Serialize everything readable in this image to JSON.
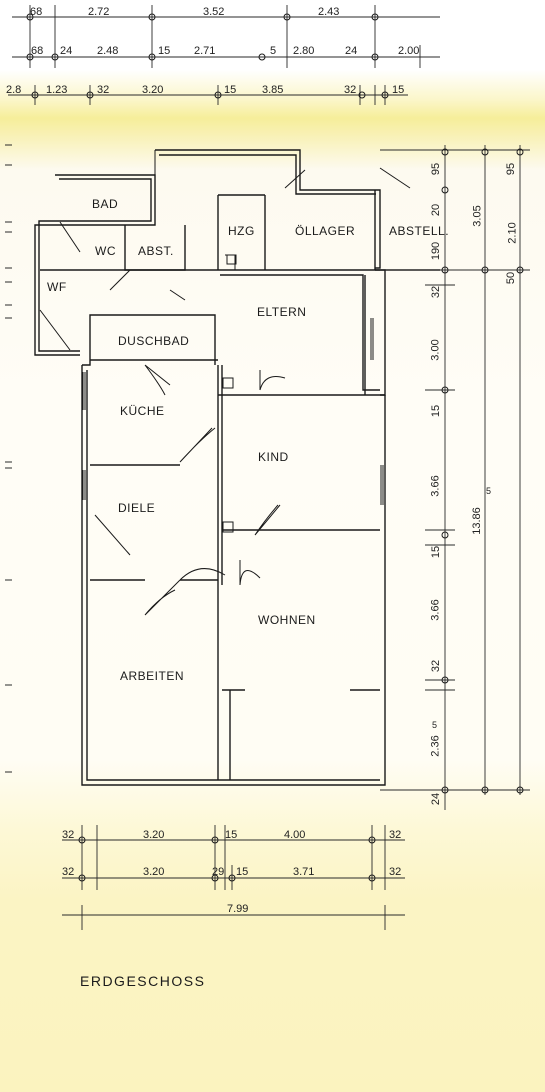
{
  "plan_title": "ERDGESCHOSS",
  "rooms": {
    "bad": "BAD",
    "wc": "WC",
    "abst": "ABST.",
    "wf": "WF",
    "hzg": "HZG",
    "oellager": "ÖLLAGER",
    "abstell": "ABSTELL.",
    "eltern": "ELTERN",
    "duschbad": "DUSCHBAD",
    "kueche": "KÜCHE",
    "kind": "KIND",
    "diele": "DIELE",
    "wohnen": "WOHNEN",
    "arbeiten": "ARBEITEN"
  },
  "dims_top": {
    "row1": [
      "68",
      "2.72",
      "3.52",
      "2.43"
    ],
    "row2": [
      "68",
      "24",
      "2.48",
      "15",
      "2.71",
      "5",
      "2.80",
      "24",
      "2.00"
    ],
    "row3": [
      "2.8",
      "1.23",
      "32",
      "3.20",
      "15",
      "3.85",
      "32",
      "15"
    ]
  },
  "dims_bottom": {
    "row1": [
      "32",
      "3.20",
      "15",
      "4.00",
      "32"
    ],
    "row2": [
      "32",
      "3.20",
      "29",
      "15",
      "3.71",
      "32"
    ],
    "total": "7.99"
  },
  "dims_right": {
    "inner": [
      "95",
      "20",
      "190",
      "32",
      "3.00",
      "15",
      "3.66",
      "15",
      "3.66",
      "32",
      "2.36",
      "5",
      "24"
    ],
    "middle": [
      "3.05",
      "13.86",
      "5"
    ],
    "outer": [
      "95",
      "2.10",
      "50"
    ]
  }
}
